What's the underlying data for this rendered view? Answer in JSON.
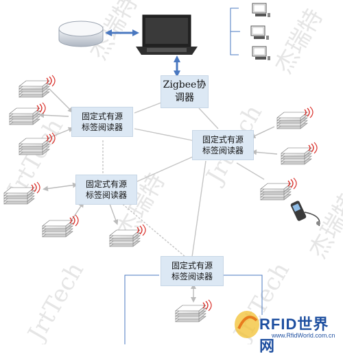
{
  "coordinator": {
    "line1": "Zigbee协",
    "line2": "调器"
  },
  "readers": [
    {
      "line1": "固定式有源",
      "line2": "标签阅读器"
    },
    {
      "line1": "固定式有源",
      "line2": "标签阅读器"
    },
    {
      "line1": "固定式有源",
      "line2": "标签阅读器"
    },
    {
      "line1": "固定式有源",
      "line2": "标签阅读器"
    }
  ],
  "watermark": {
    "brand_cn": "杰瑞特",
    "brand_en": "JrtTech"
  },
  "logo": {
    "name": "RFID世界网",
    "url": "www.RfidWorld.com.cn"
  },
  "colors": {
    "box_fill": "#dce8f4",
    "link": "#4a78c0",
    "signal": "#d9302a",
    "logo": "#1e4fa0"
  }
}
